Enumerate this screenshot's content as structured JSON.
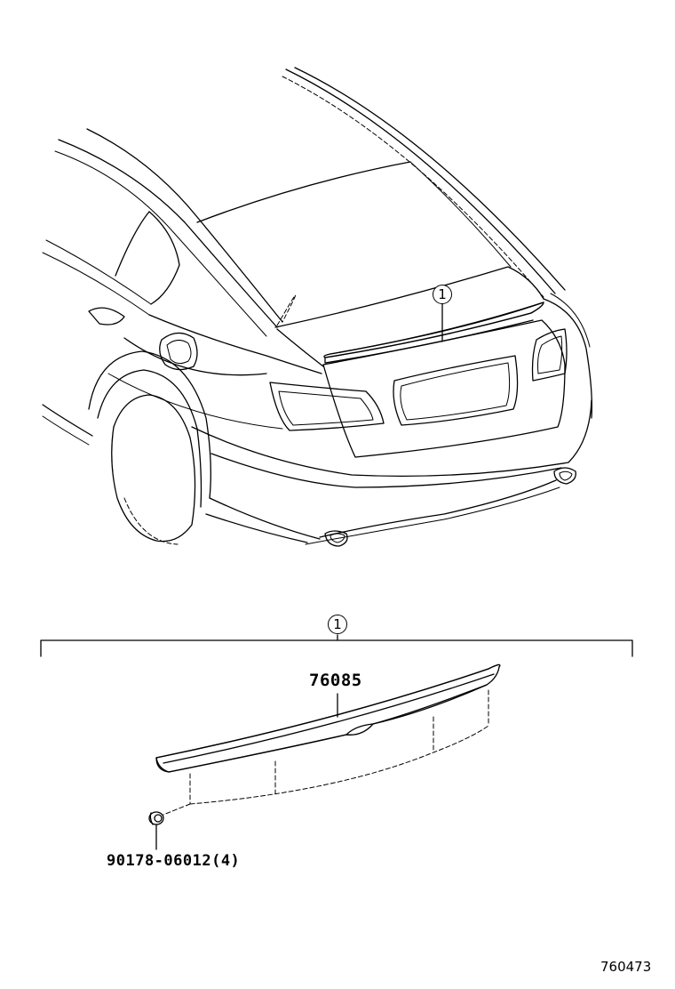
{
  "callouts": {
    "assembly_ref": "1"
  },
  "parts": {
    "spoiler_part_number": "76085",
    "clip_part_number": "90178-06012(4)"
  },
  "drawing_id": "760473"
}
